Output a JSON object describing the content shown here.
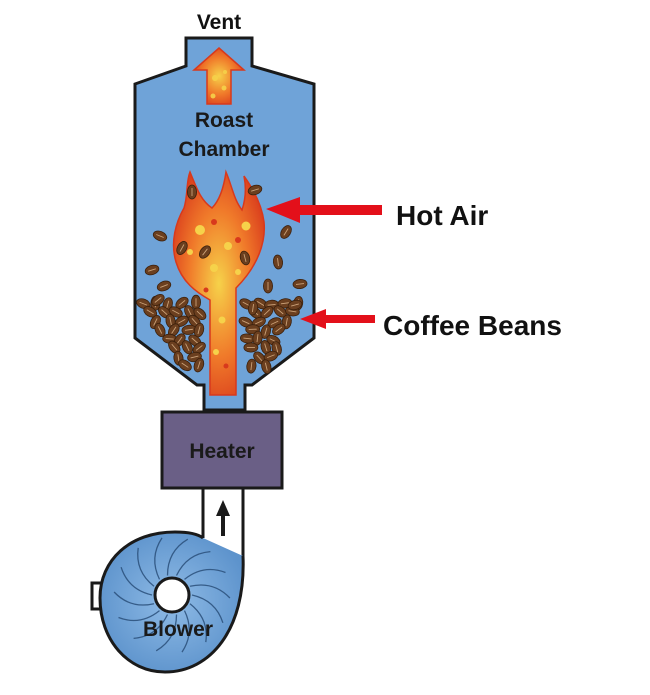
{
  "labels": {
    "vent": "Vent",
    "roast_line1": "Roast",
    "roast_line2": "Chamber",
    "hot_air": "Hot Air",
    "coffee_beans": "Coffee Beans",
    "heater": "Heater",
    "blower": "Blower"
  },
  "colors": {
    "chamber_fill": "#6fa3d8",
    "outline": "#1a1a1a",
    "heater_fill": "#6a5f86",
    "pointer_arrow": "#e3101a",
    "bean": "#6b3f1f",
    "flame_orange": "#f07a2a",
    "flame_yellow": "#f6d24a",
    "flame_red": "#d8391c"
  }
}
